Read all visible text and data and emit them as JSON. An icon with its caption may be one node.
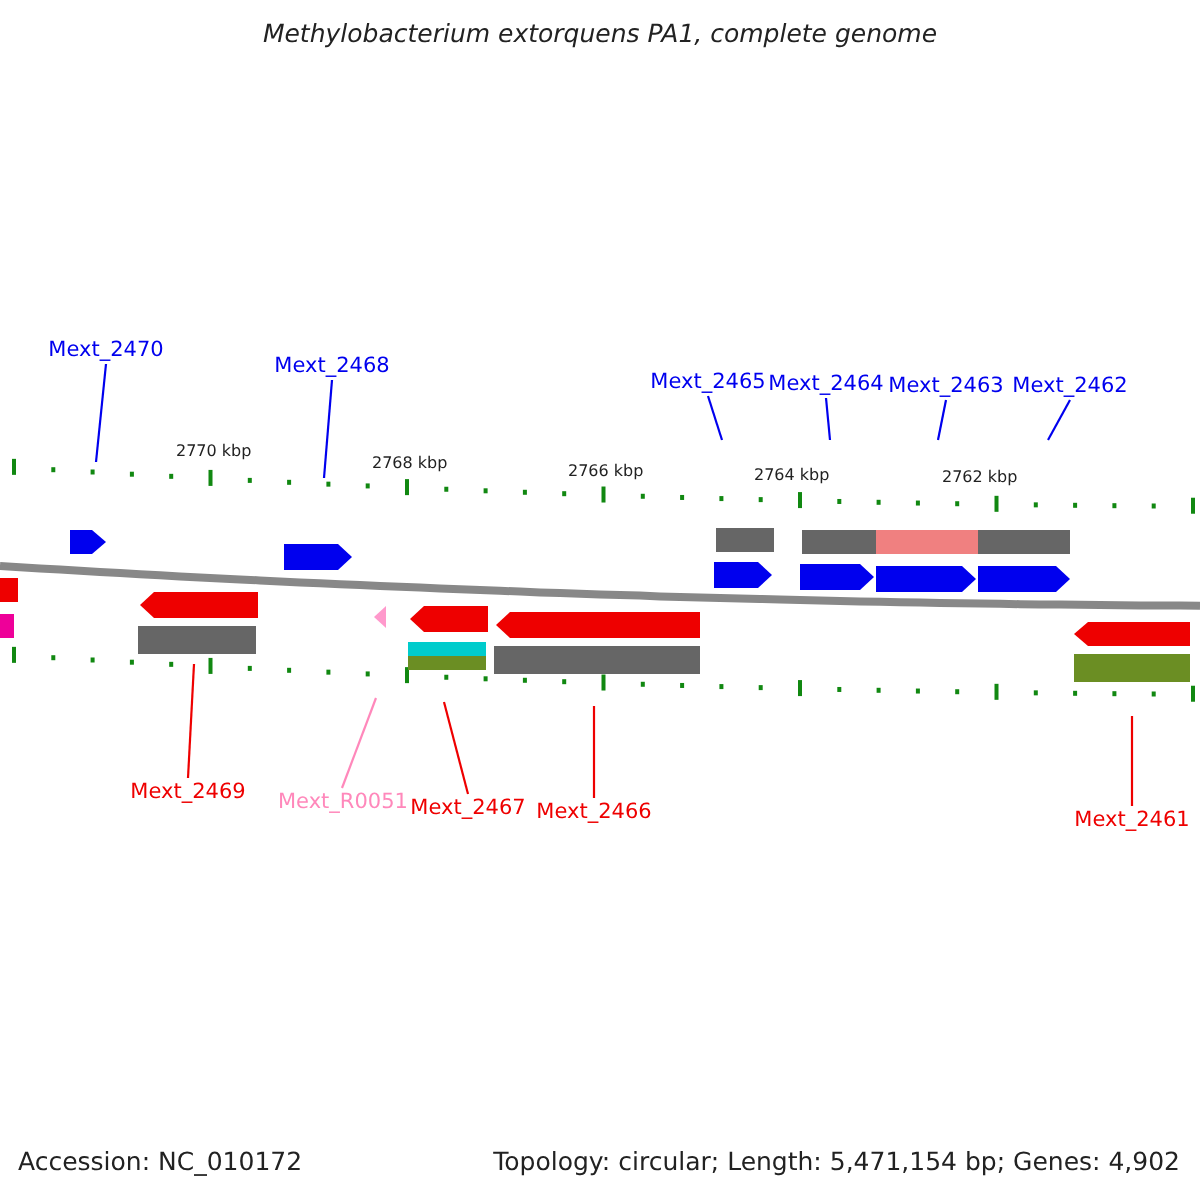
{
  "diagram": {
    "title": "Methylobacterium extorquens PA1, complete genome",
    "nodes": [
      {
        "text": [
          "Mext_2470"
        ]
      },
      {
        "text": [
          "Mext_2468"
        ]
      },
      {
        "text": [
          "Mext_2465"
        ]
      },
      {
        "text": [
          "Mext_2464"
        ]
      },
      {
        "text": [
          "Mext_2463"
        ]
      },
      {
        "text": [
          "Mext_2462"
        ]
      },
      {
        "text": [
          "Mext_2469"
        ]
      },
      {
        "text": [
          "Mext_R0051"
        ]
      },
      {
        "text": [
          "Mext_2467"
        ]
      },
      {
        "text": [
          "Mext_2466"
        ]
      },
      {
        "text": [
          "Mext_2461"
        ]
      }
    ],
    "edges": [
      {
        "from": 0,
        "to": null,
        "arrow": "none",
        "color": "#0000ee"
      },
      {
        "from": 1,
        "to": null,
        "arrow": "none",
        "color": "#0000ee"
      },
      {
        "from": 2,
        "to": null,
        "arrow": "none",
        "color": "#0000ee"
      },
      {
        "from": 3,
        "to": null,
        "arrow": "none",
        "color": "#0000ee"
      },
      {
        "from": 4,
        "to": null,
        "arrow": "none",
        "color": "#0000ee"
      },
      {
        "from": 5,
        "to": null,
        "arrow": "none",
        "color": "#0000ee"
      },
      {
        "from": 6,
        "to": null,
        "arrow": "none",
        "color": "#ee0000"
      },
      {
        "from": 7,
        "to": null,
        "arrow": "none",
        "color": "#ff88bb"
      },
      {
        "from": 8,
        "to": null,
        "arrow": "none",
        "color": "#ee0000"
      },
      {
        "from": 9,
        "to": null,
        "arrow": "none",
        "color": "#ee0000"
      },
      {
        "from": 10,
        "to": null,
        "arrow": "none",
        "color": "#ee0000"
      }
    ],
    "labels": [
      "2770 kbp",
      "2768 kbp",
      "2766 kbp",
      "2764 kbp",
      "2762 kbp",
      "Accession: NC_010172",
      "Topology: circular; Length: 5,471,154 bp; Genes: 4,902"
    ]
  }
}
